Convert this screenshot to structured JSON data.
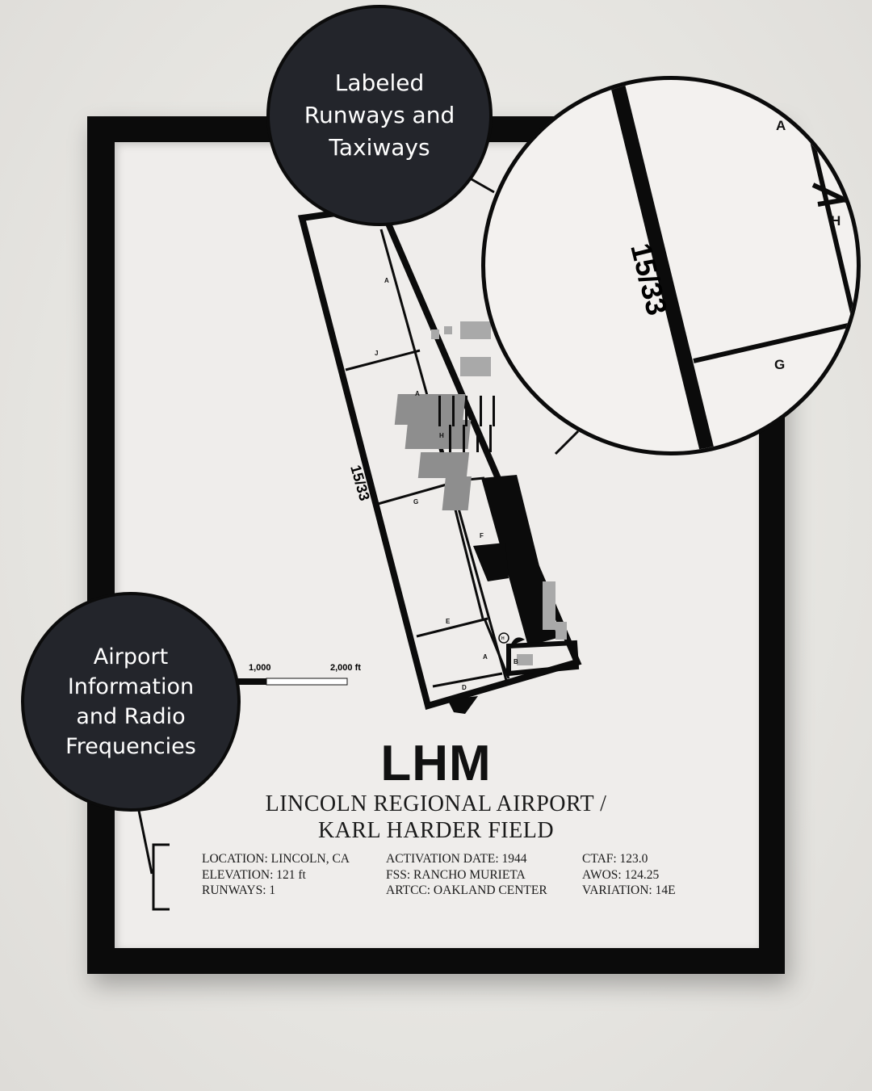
{
  "callouts": {
    "runways": [
      "Labeled",
      "Runways and",
      "Taxiways"
    ],
    "info": [
      "Airport",
      "Information",
      "and Radio",
      "Frequencies"
    ]
  },
  "map": {
    "runway_label": "15/33",
    "taxiways": [
      "A",
      "J",
      "A",
      "H",
      "G",
      "F",
      "E",
      "A",
      "D",
      "B"
    ],
    "helipad": "H",
    "scale": {
      "mid": "1,000",
      "end": "2,000 ft"
    }
  },
  "zoom": {
    "runway_label": "15/33",
    "taxiways": [
      "A",
      "H",
      "G"
    ]
  },
  "airport": {
    "code": "LHM",
    "name_line1": "LINCOLN REGIONAL AIRPORT /",
    "name_line2": "KARL HARDER FIELD"
  },
  "info": {
    "col1": [
      "LOCATION: LINCOLN, CA",
      "ELEVATION: 121 ft",
      "RUNWAYS: 1"
    ],
    "col2": [
      "ACTIVATION DATE: 1944",
      "FSS: RANCHO MURIETA",
      "ARTCC: OAKLAND CENTER"
    ],
    "col3": [
      "CTAF: 123.0",
      "AWOS: 124.25",
      "VARIATION: 14E"
    ]
  },
  "colors": {
    "frame": "#0b0b0b",
    "mat": "#efedeb",
    "bubble": "#23252b",
    "wall": "#e9e8e5"
  }
}
